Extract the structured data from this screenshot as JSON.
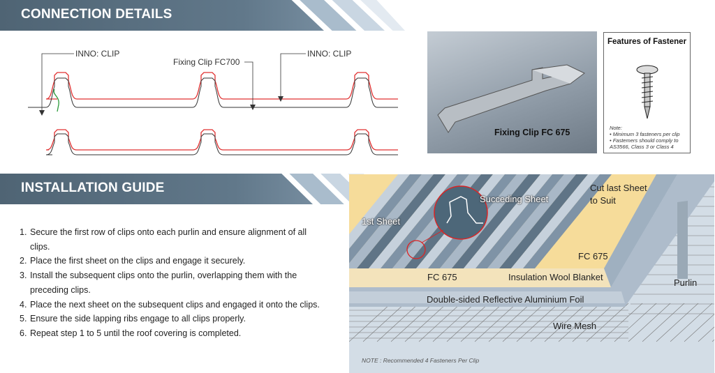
{
  "connection": {
    "title": "CONNECTION DETAILS",
    "labels": {
      "clip_left": "INNO: CLIP",
      "fixing_clip": "Fixing Clip FC700",
      "clip_right": "INNO: CLIP"
    },
    "photo_caption": "Fixing Clip FC 675",
    "fastener": {
      "title": "Features of Fastener",
      "note_heading": "Note:",
      "notes": [
        "• Minimum 3 fasteners per clip",
        "• Fastemers should comply to AS3566, Class 3 or Class 4"
      ]
    }
  },
  "installation": {
    "title": "INSTALLATION GUIDE",
    "steps": [
      {
        "n": "1.",
        "text": "Secure the first row of clips onto each purlin and ensure alignment of all clips."
      },
      {
        "n": "2.",
        "text": "Place the first sheet on the clips and engage it securely."
      },
      {
        "n": "3.",
        "text": "Install the subsequent clips onto the purlin, overlapping them with the preceding clips."
      },
      {
        "n": "4.",
        "text": "Place the next sheet on the subsequent clips and engaged it onto the clips."
      },
      {
        "n": "5.",
        "text": "Ensure the side lapping ribs engage to all clips properly."
      },
      {
        "n": "6.",
        "text": "Repeat step 1 to 5 until the roof covering is completed."
      }
    ]
  },
  "roof": {
    "first_sheet": "1st Sheet",
    "succeeding": "Succeding Sheet",
    "cut_last": "Cut last Sheet",
    "cut_last2": "to Suit",
    "fc_left": "FC 675",
    "fc_right": "FC 675",
    "wool": "Insulation Wool Blanket",
    "foil": "Double-sided Reflective Aluminium Foil",
    "mesh": "Wire Mesh",
    "purlin": "Purlin",
    "note": "NOTE : Recommended 4 Fasteners Per Clip"
  },
  "colors": {
    "header": "#5a6f80",
    "red": "#e03030",
    "blanket": "#f6dc9a"
  }
}
